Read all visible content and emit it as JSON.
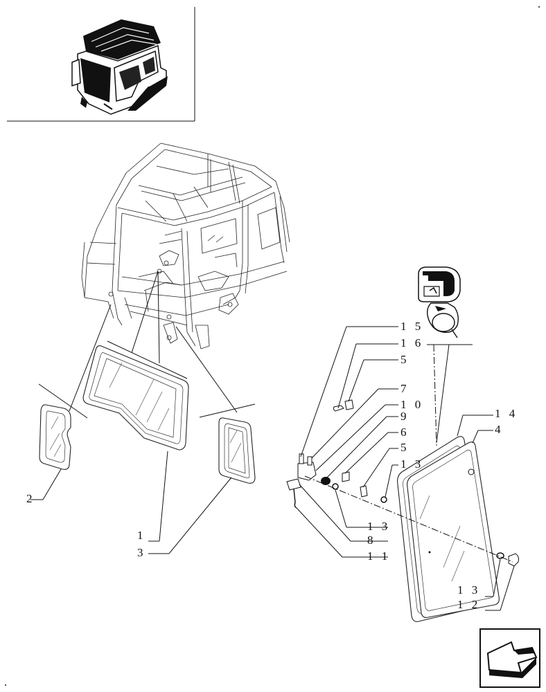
{
  "callouts": [
    {
      "id": "c15",
      "text": "1 5"
    },
    {
      "id": "c16",
      "text": "1 6"
    },
    {
      "id": "c5a",
      "text": "5"
    },
    {
      "id": "c7",
      "text": "7"
    },
    {
      "id": "c10",
      "text": "1 0"
    },
    {
      "id": "c9",
      "text": "9"
    },
    {
      "id": "c6",
      "text": "6"
    },
    {
      "id": "c5b",
      "text": "5"
    },
    {
      "id": "c13a",
      "text": "1 3"
    },
    {
      "id": "c14",
      "text": "1 4"
    },
    {
      "id": "c4",
      "text": "4"
    },
    {
      "id": "c13b",
      "text": "1 3"
    },
    {
      "id": "c8",
      "text": "8"
    },
    {
      "id": "c11",
      "text": "1 1"
    },
    {
      "id": "c13c",
      "text": "1 3"
    },
    {
      "id": "c12",
      "text": "1 2"
    },
    {
      "id": "c2",
      "text": "2"
    },
    {
      "id": "c1",
      "text": "1"
    },
    {
      "id": "c3",
      "text": "3"
    }
  ],
  "icons": {
    "thumbnail": "tractor-cab-thumbnail-icon",
    "nav": "next-page-arrow-icon"
  }
}
